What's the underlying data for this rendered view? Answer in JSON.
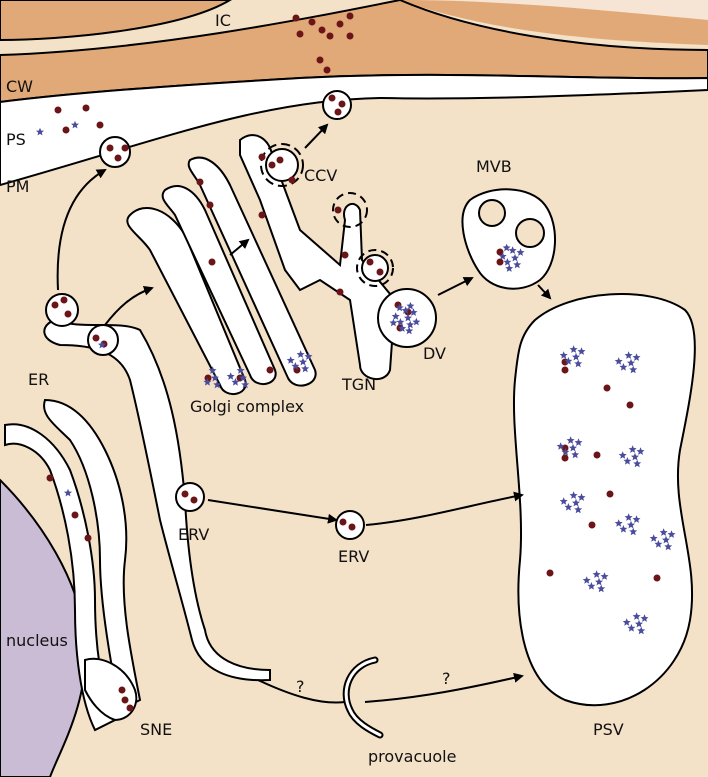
{
  "colors": {
    "cytoplasm": "#f3e1c8",
    "cell_wall": "#e2a978",
    "outside": "#f6e4d4",
    "organelle_fill": "#ffffff",
    "nucleus_fill": "#c9bcd4",
    "outline": "#000000",
    "cargo_dot": "#6b1518",
    "cargo_star": "#4a4c9c"
  },
  "labels": {
    "ic": "IC",
    "cw": "CW",
    "ps": "PS",
    "pm": "PM",
    "ccv": "CCV",
    "mvb": "MVB",
    "er": "ER",
    "golgi": "Golgi complex",
    "tgn": "TGN",
    "dv": "DV",
    "erv_left": "ERV",
    "erv_right": "ERV",
    "nucleus": "nucleus",
    "sne": "SNE",
    "provacuole": "provacuole",
    "psv": "PSV",
    "question_left": "?",
    "question_right": "?"
  },
  "icons": {
    "protein_dot": "dot-icon",
    "protein_star": "star-icon",
    "clathrin_coat": "clathrin-coat-icon",
    "arrow": "arrow-icon"
  }
}
